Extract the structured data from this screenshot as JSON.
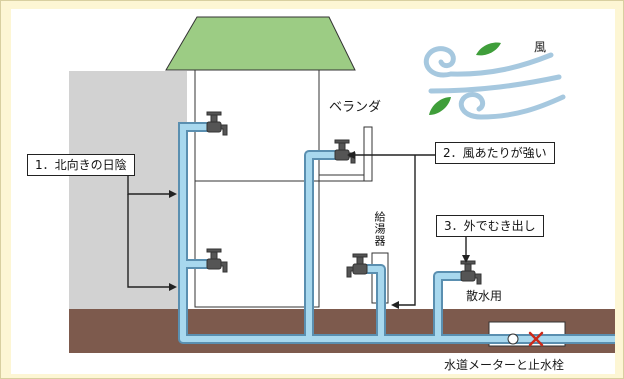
{
  "labels": {
    "north_shade": "1．北向きの日陰",
    "strong_wind": "2．風あたりが強い",
    "exposed": "3．外でむき出し",
    "veranda": "ベランダ",
    "wind": "風",
    "water_heater": "給湯器",
    "sprinkler": "散水用",
    "meter_valve": "水道メーターと止水栓"
  },
  "colors": {
    "pipe": "#a8d8ee",
    "pipe_edge": "#5a8fb0",
    "roof": "#9ccc84",
    "ground": "#7d5a4d",
    "shade": "#d2d2d2",
    "valve_mark": "#cc2a1a",
    "wind_lines": "#a6c8df",
    "leaf": "#3f9e3a"
  }
}
